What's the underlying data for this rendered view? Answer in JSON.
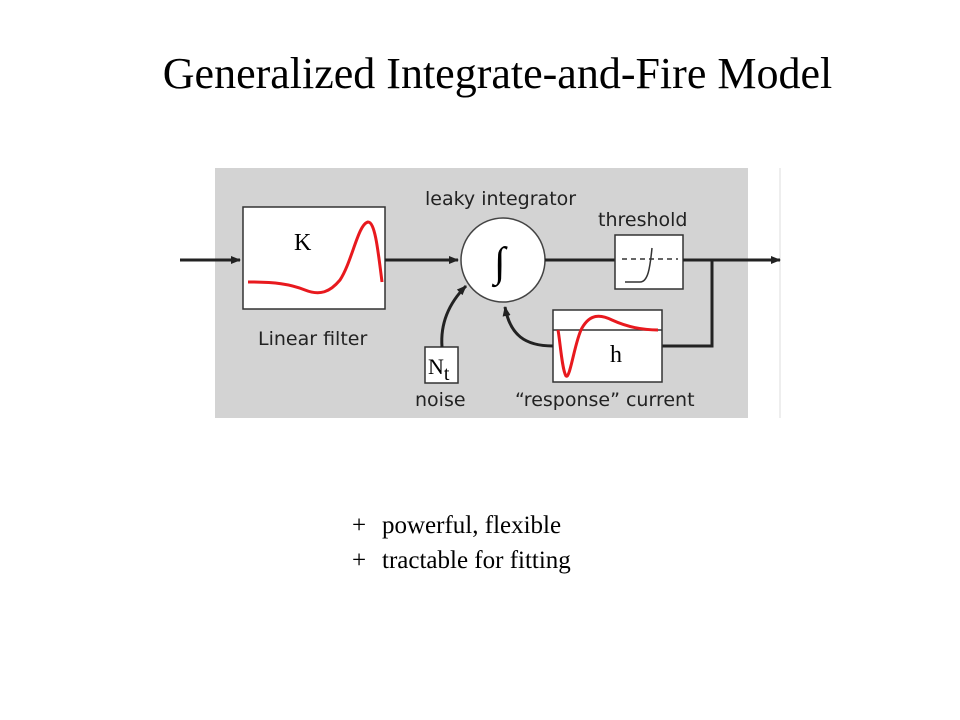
{
  "slide": {
    "title": "Generalized Integrate-and-Fire Model"
  },
  "diagram": {
    "filter_symbol": "K",
    "filter_label": "Linear filter",
    "integrator_label": "leaky integrator",
    "integrator_symbol": "∫",
    "threshold_label": "threshold",
    "noise_symbol": "N",
    "noise_subscript": "t",
    "noise_label": "noise",
    "response_symbol": "h",
    "response_label": "“response” current",
    "colors": {
      "panel_background": "#d3d3d3",
      "curve": "#e8191e",
      "stroke": "#222222"
    }
  },
  "bullets": [
    {
      "sign": "+",
      "text": "powerful, flexible"
    },
    {
      "sign": "+",
      "text": "tractable for fitting"
    }
  ]
}
